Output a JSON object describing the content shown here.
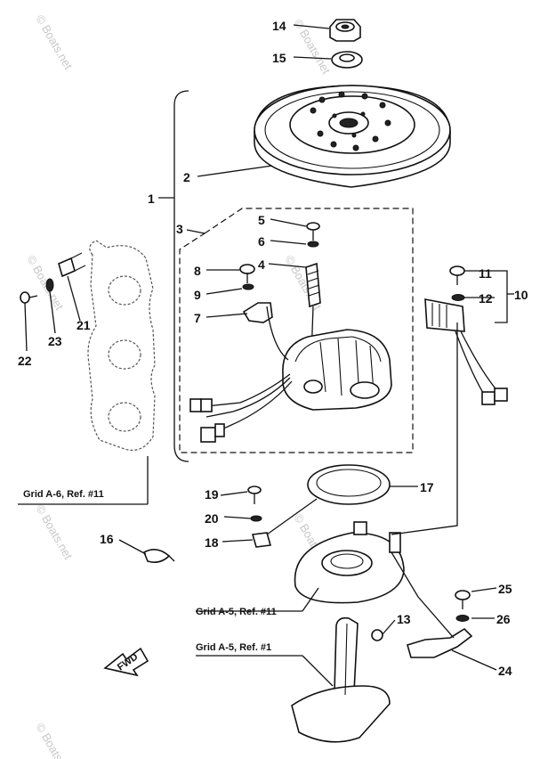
{
  "diagram": {
    "callouts": [
      "14",
      "15",
      "2",
      "1",
      "3",
      "5",
      "6",
      "4",
      "8",
      "9",
      "7",
      "11",
      "12",
      "10",
      "21",
      "23",
      "22",
      "19",
      "20",
      "18",
      "17",
      "16",
      "25",
      "26",
      "13",
      "24"
    ],
    "references": [
      "Grid A-6, Ref. #11",
      "Grid A-5, Ref. #11",
      "Grid A-5, Ref. #1"
    ],
    "watermark": "© Boats.net",
    "fwd_label": "FWD"
  }
}
